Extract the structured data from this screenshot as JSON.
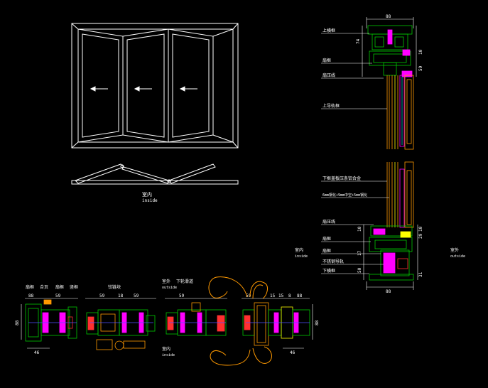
{
  "elevation": {
    "label_cn": "室内",
    "label_en": "inside"
  },
  "vertical_section": {
    "dims_top": [
      "88",
      "74",
      "10",
      "59"
    ],
    "dims_bottom": [
      "10",
      "10",
      "29",
      "17",
      "50",
      "31",
      "88"
    ],
    "callouts_top": [
      "上横框",
      "扇框",
      "扇压线",
      "上导轨框"
    ],
    "callouts_bottom": [
      "下框盖板压条铝合金",
      "6mm钢化+9mm中空+5mm钢化",
      "扇压线",
      "扇框",
      "扇框",
      "不锈钢导轨",
      "下横框"
    ],
    "inside_cn": "室内",
    "inside_en": "inside",
    "outside_cn": "室外",
    "outside_en": "outside"
  },
  "horizontal_sections": {
    "labels_top": [
      "扇框",
      "合页",
      "扇框",
      "竖框",
      "铰链块"
    ],
    "outside_cn": "室外",
    "outside_en": "outside",
    "lock_label": "下轮滑道",
    "inside_cn": "室内",
    "inside_en": "inside",
    "dims_top": [
      "88",
      "59",
      "59",
      "18",
      "59",
      "59",
      "59",
      "15",
      "15",
      "8",
      "88"
    ],
    "dims_side": [
      "88",
      "88"
    ],
    "dims_bottom": [
      "46",
      "46"
    ]
  },
  "colors": {
    "background": "#000000",
    "line_white": "#ffffff",
    "profile_green": "#00c800",
    "glass_magenta": "#ff00ff",
    "dim_cyan": "#00c8c8",
    "orange": "#ff9900",
    "yellow": "#ffff00",
    "blue": "#5050ff",
    "red": "#ff3030"
  }
}
